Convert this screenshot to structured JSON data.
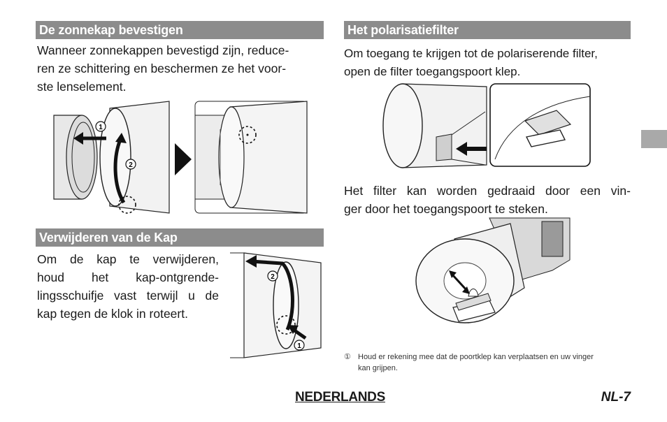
{
  "sections": {
    "hood_attach": {
      "heading": "De zonnekap bevestigen",
      "lines": [
        "Wanneer zonnekappen bevestigd zijn, reduce-",
        "ren ze schittering en beschermen ze het voor-",
        "ste lenselement."
      ]
    },
    "hood_remove": {
      "heading": "Verwijderen van de Kap",
      "lines": [
        "Om de kap te verwijderen,",
        "houd het kap-ontgrende-",
        "lingsschuifje vast terwijl u de",
        "kap tegen de klok in roteert."
      ]
    },
    "polarizer": {
      "heading": "Het polarisatiefilter",
      "lines_access": [
        "Om toegang te krijgen tot de polariserende filter,",
        "open de filter toegangspoort klep."
      ],
      "lines_rotate": [
        "Het filter kan worden gedraaid door een vin-",
        "ger door het toegangspoort te steken."
      ],
      "note_icon": "①",
      "note_lines": [
        "Houd er rekening mee dat de poortklep kan verplaatsen en uw vinger",
        "kan grijpen."
      ]
    }
  },
  "callouts": {
    "one": "1",
    "two": "2"
  },
  "footer": {
    "language": "NEDERLANDS",
    "page": "NL-7"
  }
}
